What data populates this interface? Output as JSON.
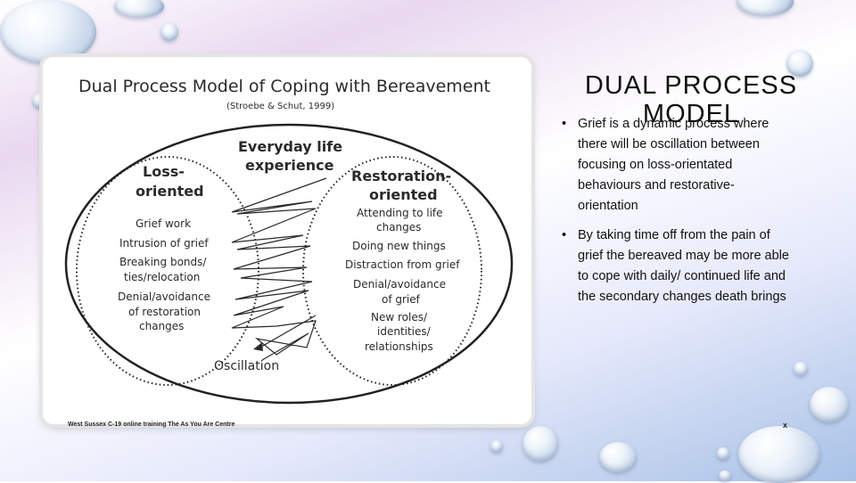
{
  "slide": {
    "title": "DUAL PROCESS MODEL",
    "bullets": [
      "Grief is a dynamic process where there will be oscillation between focusing on loss-orientated behaviours and restorative-orientation",
      "By taking time off from the pain of grief the bereaved may be more able to cope with daily/ continued life and the secondary changes death brings"
    ],
    "bullet_glyph": "•",
    "footer_left": "West Sussex C-19 online training The As You Are Centre",
    "footer_right": "x"
  },
  "diagram": {
    "title": "Dual Process Model of Coping with Bereavement",
    "citation": "(Stroebe & Schut, 1999)",
    "center_heading": [
      "Everyday life",
      "experience"
    ],
    "loss": {
      "heading": [
        "Loss-",
        "oriented"
      ],
      "items": [
        "Grief work",
        "Intrusion of grief",
        "Breaking bonds/",
        "ties/relocation",
        "Denial/avoidance",
        "of restoration",
        "changes"
      ]
    },
    "restoration": {
      "heading": [
        "Restoration-",
        "oriented"
      ],
      "items": [
        "Attending to life",
        "changes",
        "Doing new things",
        "Distraction from grief",
        "Denial/avoidance",
        "of grief",
        "New roles/",
        "identities/",
        "relationships"
      ]
    },
    "oscillation_label": "Oscillation"
  }
}
